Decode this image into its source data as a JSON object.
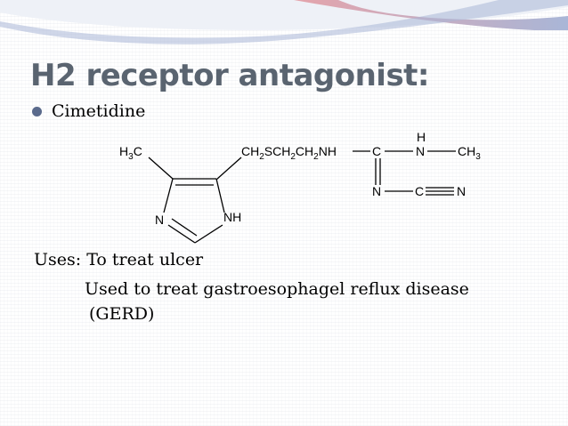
{
  "slide": {
    "title": "H2 receptor antagonist:",
    "bullet": "Cimetidine",
    "uses_label": "Uses:",
    "uses_text": "To treat ulcer",
    "uses_detail_1": "Used to treat gastroesophagel reflux disease",
    "uses_detail_2": "(GERD)"
  },
  "structure": {
    "h3c_h": "H",
    "h3c_sub": "3",
    "h3c_c": "C",
    "chain": [
      {
        "t": "CH",
        "sub": false
      },
      {
        "t": "2",
        "sub": true
      },
      {
        "t": "SCH",
        "sub": false
      },
      {
        "t": "2",
        "sub": true
      },
      {
        "t": "CH",
        "sub": false
      },
      {
        "t": "2",
        "sub": true
      },
      {
        "t": "NH",
        "sub": false
      }
    ],
    "c_center": "C",
    "h_top": "H",
    "n_amine": "N",
    "ch3_ch": "CH",
    "ch3_sub": "3",
    "n_imine": "N",
    "c_nitrile": "C",
    "n_nitrile": "N",
    "ring_n": "N",
    "ring_nh": "NH"
  },
  "colors": {
    "title": "#5a6470",
    "bullet": "#5a6a8c",
    "swoosh_blue": "#a9b6d7",
    "swoosh_pink": "#e7a3a9",
    "swoosh_light": "#eef1f7"
  }
}
